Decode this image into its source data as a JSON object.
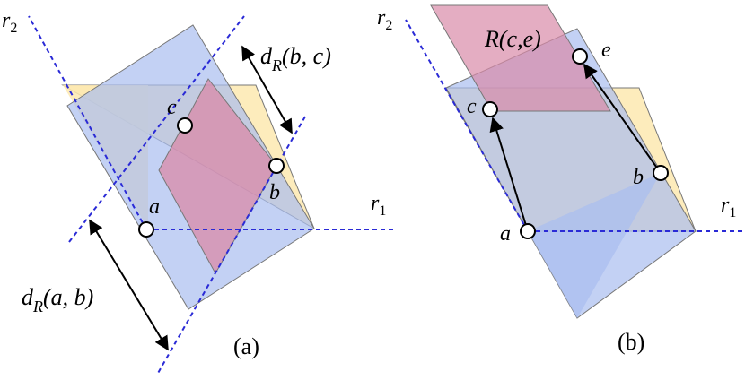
{
  "panel_a": {
    "caption": "(a)",
    "ray_labels": {
      "r1": "r",
      "r1_sub": "1",
      "r2": "r",
      "r2_sub": "2"
    },
    "points": {
      "a": "a",
      "b": "b",
      "c": "c"
    },
    "dist_ab": {
      "pre": "d",
      "sub": "R",
      "args": "(a, b)"
    },
    "dist_bc": {
      "pre": "d",
      "sub": "R",
      "args": "(b, c)"
    }
  },
  "panel_b": {
    "caption": "(b)",
    "ray_labels": {
      "r1": "r",
      "r1_sub": "1",
      "r2": "r",
      "r2_sub": "2"
    },
    "points": {
      "a": "a",
      "b": "b",
      "c": "c",
      "e": "e"
    },
    "region_label": "R(c,e)"
  },
  "colors": {
    "yellow_region": "#fde9b0",
    "blue_region": "#a9bdf0",
    "pink_region": "#d98aa8",
    "ray_dash": "#2a2ad6",
    "outline": "#555555"
  }
}
